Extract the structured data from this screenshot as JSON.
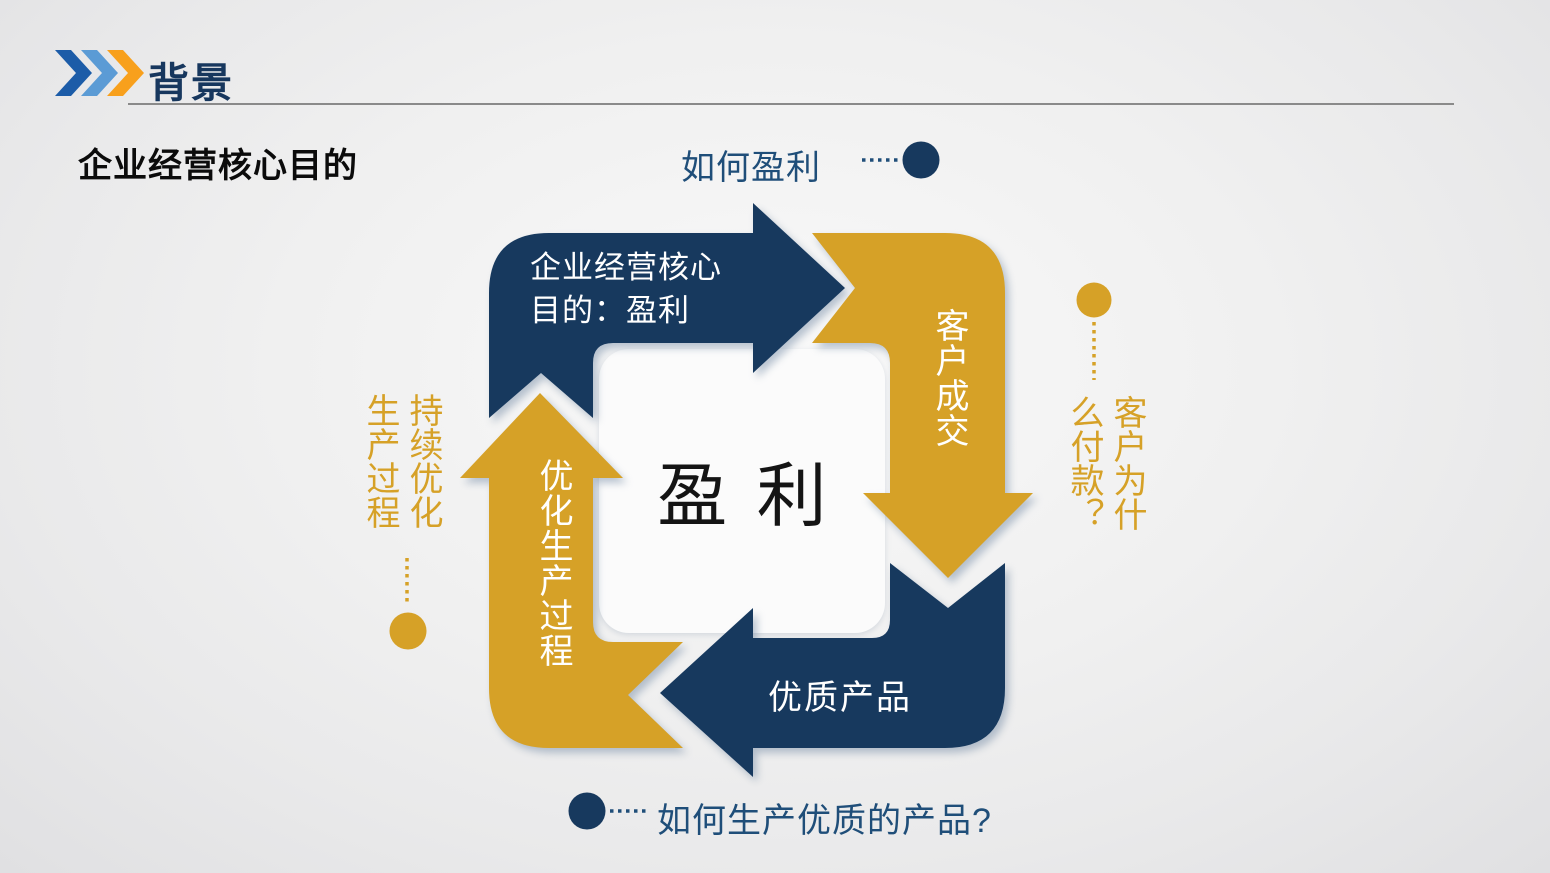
{
  "colors": {
    "navy": "#17395E",
    "gold": "#D6A127",
    "annotation_navy": "#1F4E79",
    "chevron_dark_blue": "#1C5CA8",
    "chevron_light_blue": "#5B9BD5",
    "chevron_orange": "#F8A01C",
    "center_box": "#FBFBFB",
    "title_navy": "#17375E"
  },
  "header": {
    "title": "背景"
  },
  "subtitle": "企业经营核心目的",
  "diagram": {
    "type": "cycle",
    "center_label": "盈利",
    "arrows": [
      {
        "position": "top",
        "direction": "right",
        "color_name": "navy",
        "label": "企业经营核心目的：盈利"
      },
      {
        "position": "right",
        "direction": "down",
        "color_name": "gold",
        "label": "客户成交"
      },
      {
        "position": "bottom",
        "direction": "left",
        "color_name": "navy",
        "label": "优质产品"
      },
      {
        "position": "left",
        "direction": "up",
        "color_name": "gold",
        "label": "优化生产过程"
      }
    ],
    "annotations": [
      {
        "position": "top",
        "color_name": "navy",
        "text": "如何盈利"
      },
      {
        "position": "right",
        "color_name": "gold",
        "text": "客户为什么付款？"
      },
      {
        "position": "bottom",
        "color_name": "navy",
        "text": "如何生产优质的产品?"
      },
      {
        "position": "left",
        "color_name": "gold",
        "text": "持续优化生产过程"
      }
    ]
  }
}
